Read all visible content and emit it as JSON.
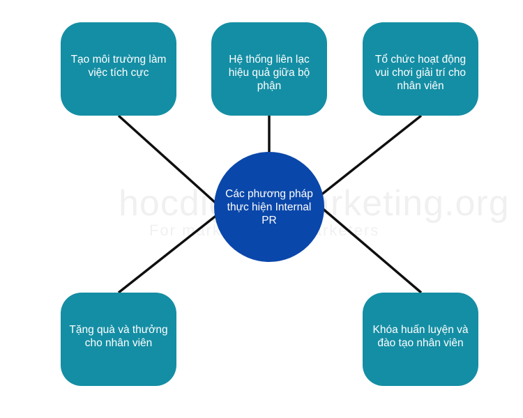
{
  "diagram": {
    "center": {
      "label": "Các phương pháp thực hiện Internal PR"
    },
    "nodes": [
      {
        "label": "Tạo môi trường làm việc tích cực"
      },
      {
        "label": "Hệ thống liên lạc hiệu quả giữa bộ phận"
      },
      {
        "label": "Tổ chức hoạt động vui chơi giải trí cho nhân viên"
      },
      {
        "label": "Tặng quà và thưởng cho nhân viên"
      },
      {
        "label": "Khóa huấn luyện và đào tạo nhân viên"
      }
    ]
  },
  "watermark": {
    "main": "hocdigitalmarketing.org",
    "tagline": "For marketers, by marketers"
  },
  "colors": {
    "node_fill": "#148ea4",
    "center_fill": "#0a47aa",
    "connector": "#0f0f0f",
    "text": "#ffffff"
  }
}
